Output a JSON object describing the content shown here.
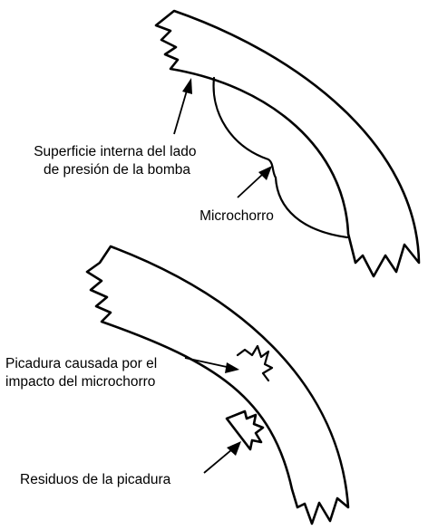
{
  "labels": {
    "inner_surface_line1": "Superficie interna del lado",
    "inner_surface_line2": "de presión de la bomba",
    "microjet": "Microchorro",
    "pit_line1": "Picadura causada por el",
    "pit_line2": "impacto del microchorro",
    "debris": "Residuos de la picadura"
  },
  "colors": {
    "stroke": "#000000",
    "background": "#ffffff"
  }
}
